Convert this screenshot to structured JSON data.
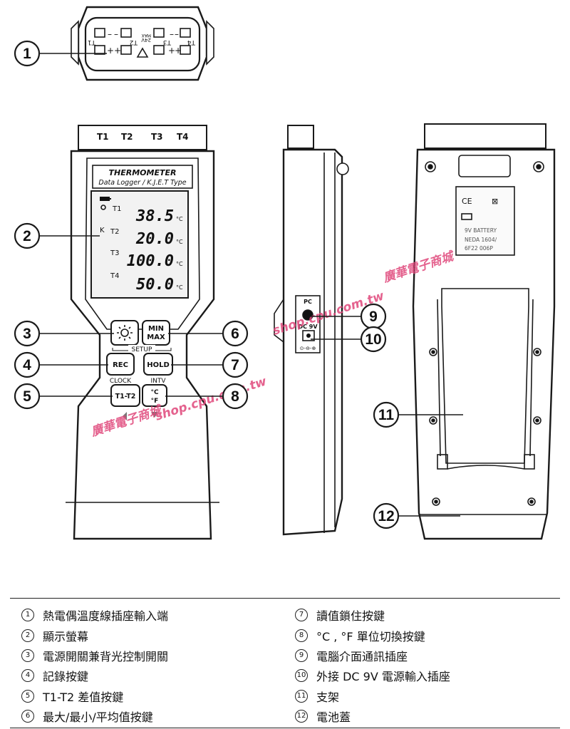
{
  "figure": {
    "top_connector": {
      "labels": [
        "T1",
        "T2",
        "24V",
        "MAX",
        "T3",
        "T4"
      ]
    },
    "front_view": {
      "channel_labels": [
        "T1",
        "T2",
        "T3",
        "T4"
      ],
      "brand_title": "THERMOMETER",
      "brand_subtitle": "Data Logger / K.J.E.T Type",
      "lcd": {
        "battery_icon": "battery-icon",
        "clock_icon": "clock-icon",
        "type_indicator": "K",
        "rows": [
          {
            "label": "T1",
            "value": "38.5",
            "unit": "°C"
          },
          {
            "label": "T2",
            "value": "20.0",
            "unit": "°C"
          },
          {
            "label": "T3",
            "value": "100.0",
            "unit": "°C"
          },
          {
            "label": "T4",
            "value": "50.0",
            "unit": "°C"
          }
        ]
      },
      "buttons": {
        "power_icon": "sun-icon",
        "minmax_line1": "MIN",
        "minmax_line2": "MAX",
        "setup_label": "SETUP",
        "rec": "REC",
        "clock_label": "CLOCK",
        "hold": "HOLD",
        "intv_label": "INTV",
        "t1t2": "T1-T2",
        "unit_line1": "°C",
        "unit_line2": "°F"
      }
    },
    "side_view": {
      "pc_label": "PC",
      "dc_label": "DC 9V"
    },
    "back_view": {
      "label_lines": [
        "9V BATTERY",
        "NEDA 1604/",
        "6F22 006P"
      ]
    },
    "watermarks": [
      "shop.cpu.com.tw",
      "廣華電子商城",
      "shop.cpu.com.tw",
      "廣華電子商城"
    ],
    "callouts": [
      "1",
      "2",
      "3",
      "4",
      "5",
      "6",
      "7",
      "8",
      "9",
      "10",
      "11",
      "12"
    ]
  },
  "legend": {
    "left": [
      {
        "num": "1",
        "text": "熱電偶溫度線插座輸入端"
      },
      {
        "num": "2",
        "text": "顯示螢幕"
      },
      {
        "num": "3",
        "text": "電源開關兼背光控制開關"
      },
      {
        "num": "4",
        "text": "記錄按鍵"
      },
      {
        "num": "5",
        "text": "T1-T2 差值按鍵"
      },
      {
        "num": "6",
        "text": "最大/最小/平均值按鍵"
      }
    ],
    "right": [
      {
        "num": "7",
        "text": "讀值鎖住按鍵"
      },
      {
        "num": "8",
        "text": "°C , °F 單位切換按鍵"
      },
      {
        "num": "9",
        "text": "電腦介面通訊插座"
      },
      {
        "num": "10",
        "text": "外接  DC 9V  電源輸入插座"
      },
      {
        "num": "11",
        "text": "支架"
      },
      {
        "num": "12",
        "text": "電池蓋"
      }
    ]
  },
  "colors": {
    "line": "#1a1a1a",
    "watermark": "#e0467a",
    "body_fill": "#ffffff",
    "lcd_fill": "#f2f2f2"
  }
}
